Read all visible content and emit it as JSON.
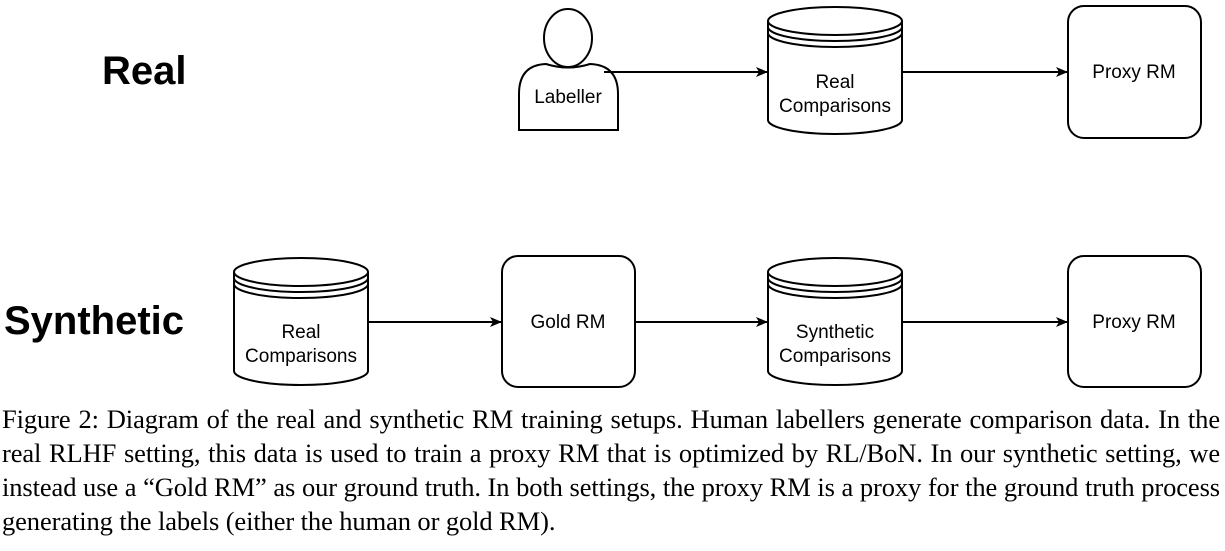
{
  "rows": {
    "real_label": "Real",
    "synthetic_label": "Synthetic"
  },
  "nodes": {
    "labeller": "Labeller",
    "real_comparisons_top": [
      "Real",
      "Comparisons"
    ],
    "proxy_rm_top": "Proxy RM",
    "real_comparisons_bottom": [
      "Real",
      "Comparisons"
    ],
    "gold_rm": "Gold RM",
    "synthetic_comparisons": [
      "Synthetic",
      "Comparisons"
    ],
    "proxy_rm_bottom": "Proxy RM"
  },
  "icons": {
    "labeller": "person-icon",
    "comparisons": "database-icon"
  },
  "caption": "Figure 2: Diagram of the real and synthetic RM training setups. Human labellers generate comparison data. In the real RLHF setting, this data is used to train a proxy RM that is optimized by RL/BoN. In our synthetic setting, we instead use a “Gold RM” as our ground truth. In both settings, the proxy RM is a proxy for the ground truth process generating the labels (either the human or gold RM)."
}
